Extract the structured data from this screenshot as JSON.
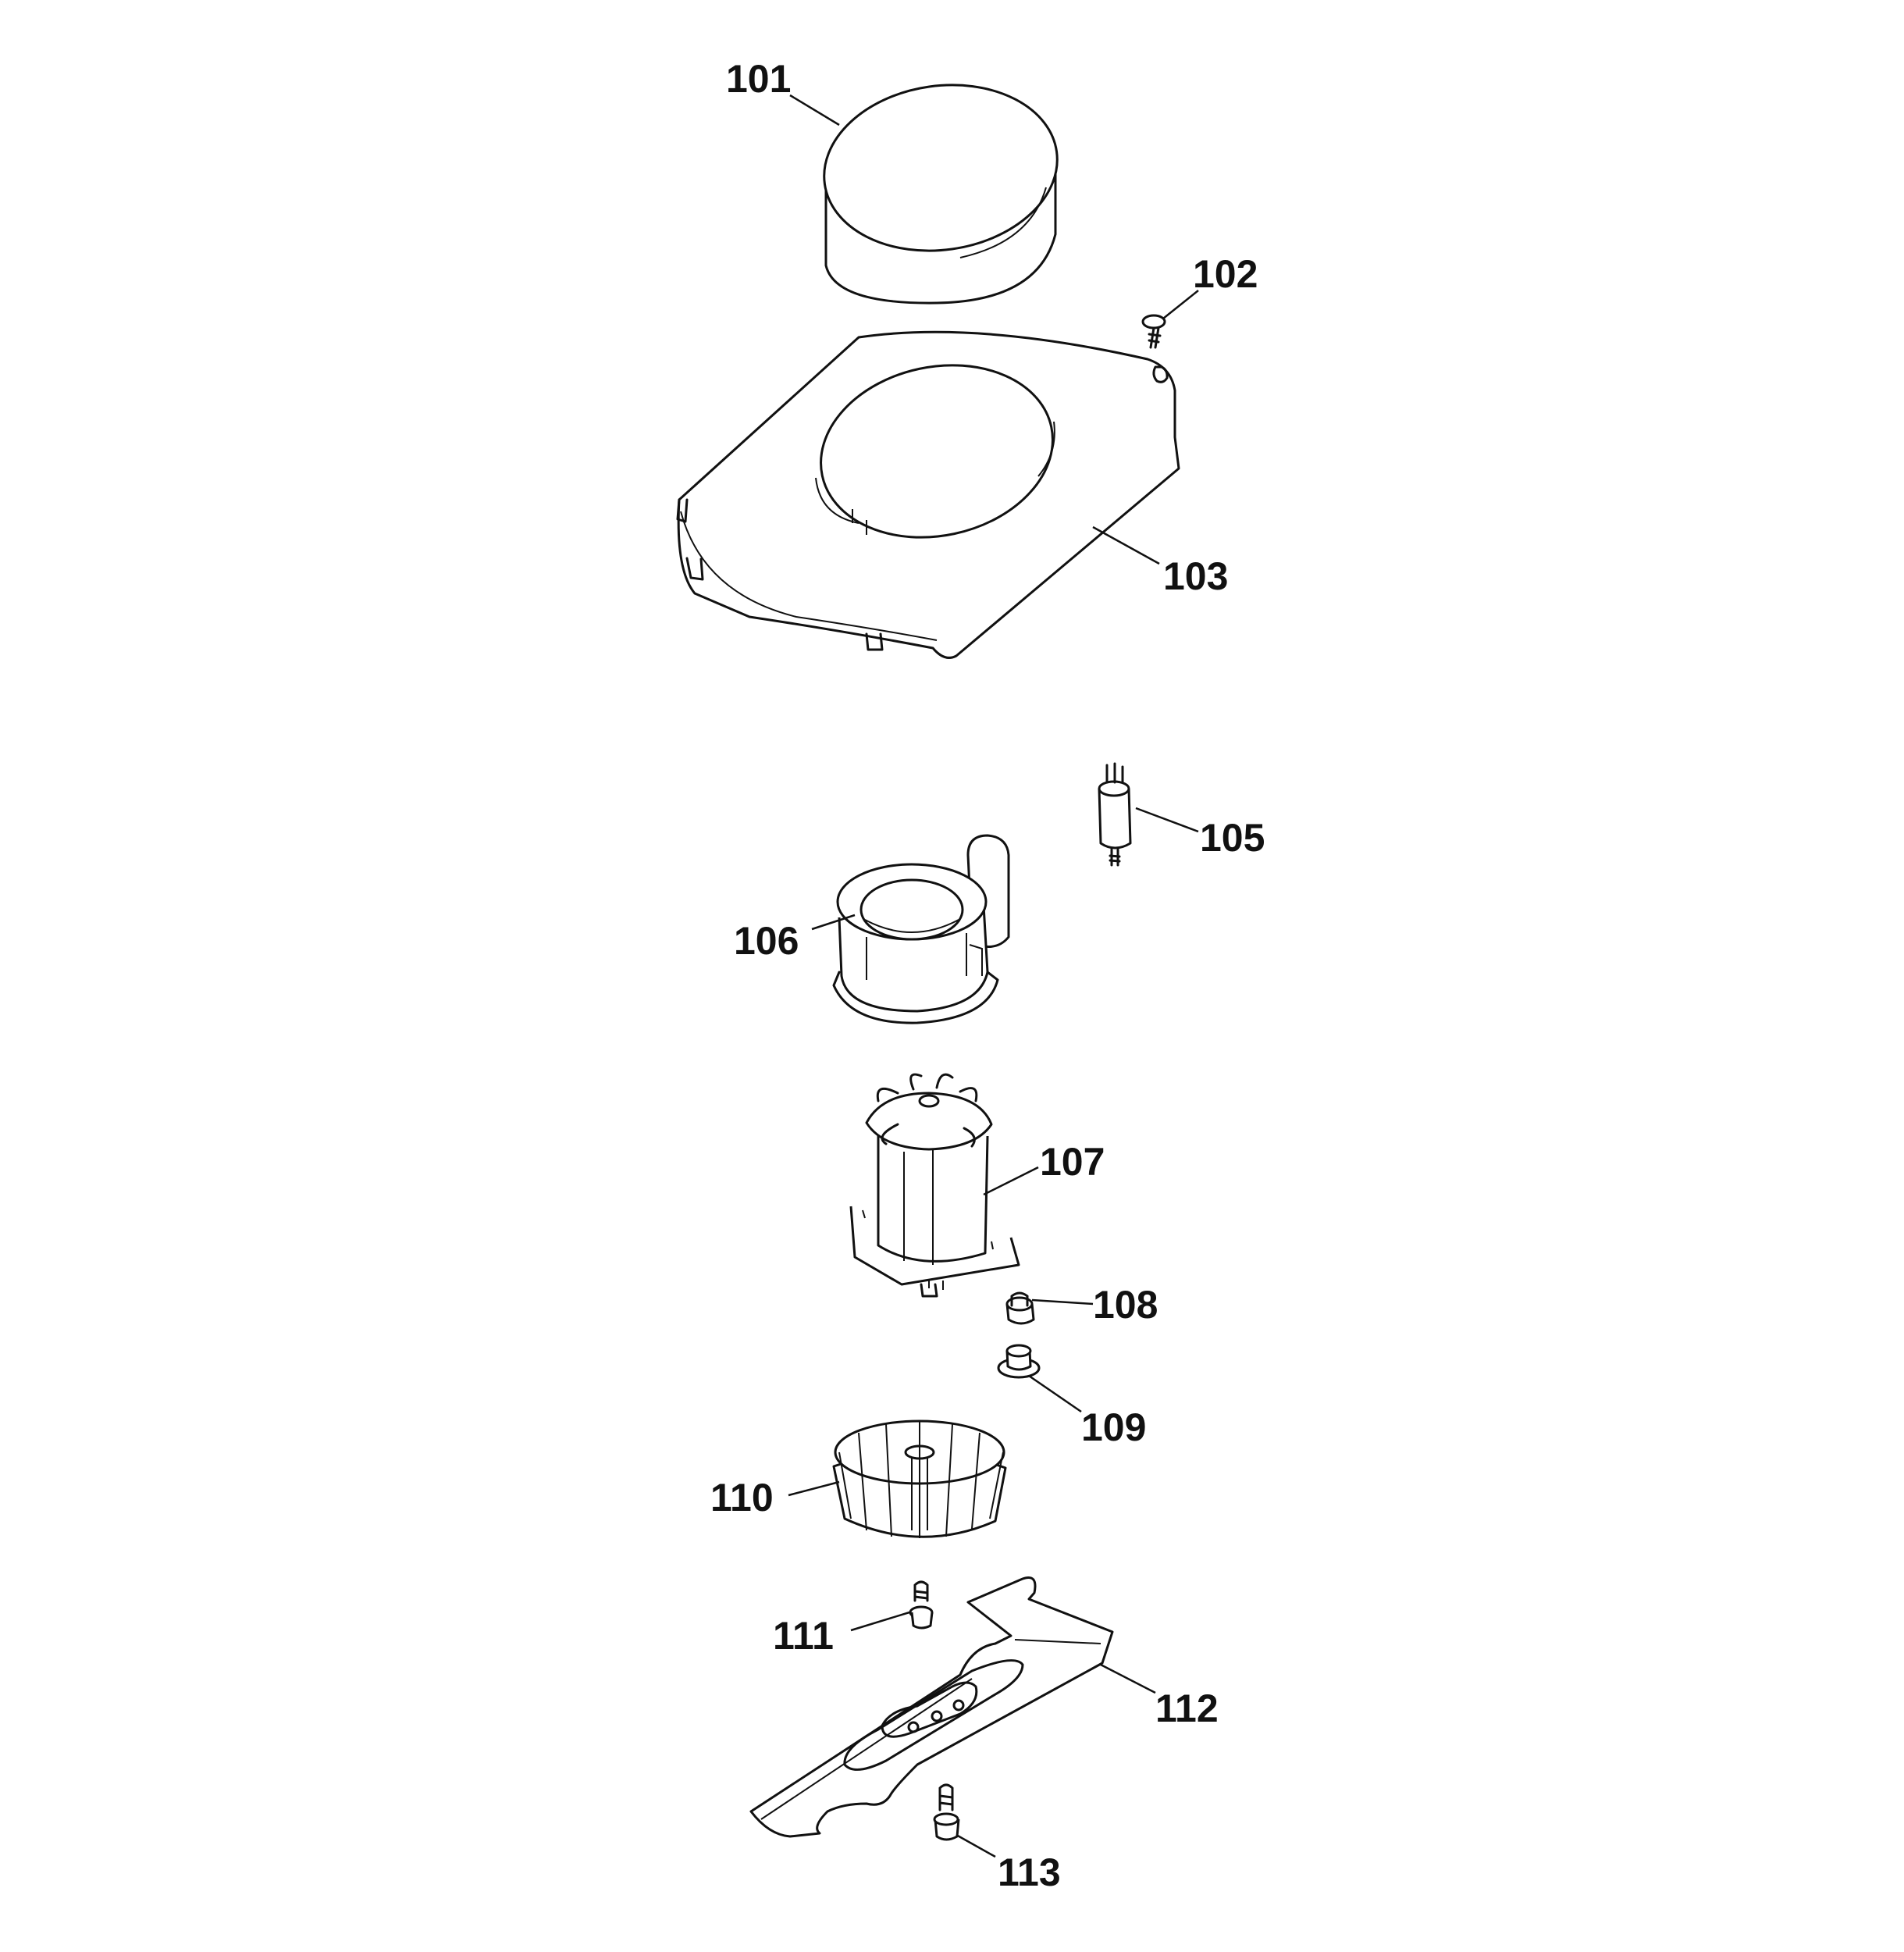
{
  "colors": {
    "line": "#111111",
    "background": "#ffffff"
  },
  "callouts": {
    "p101": "101",
    "p102": "102",
    "p103": "103",
    "p105": "105",
    "p106": "106",
    "p107": "107",
    "p108": "108",
    "p109": "109",
    "p110": "110",
    "p111": "111",
    "p112": "112",
    "p113": "113"
  }
}
